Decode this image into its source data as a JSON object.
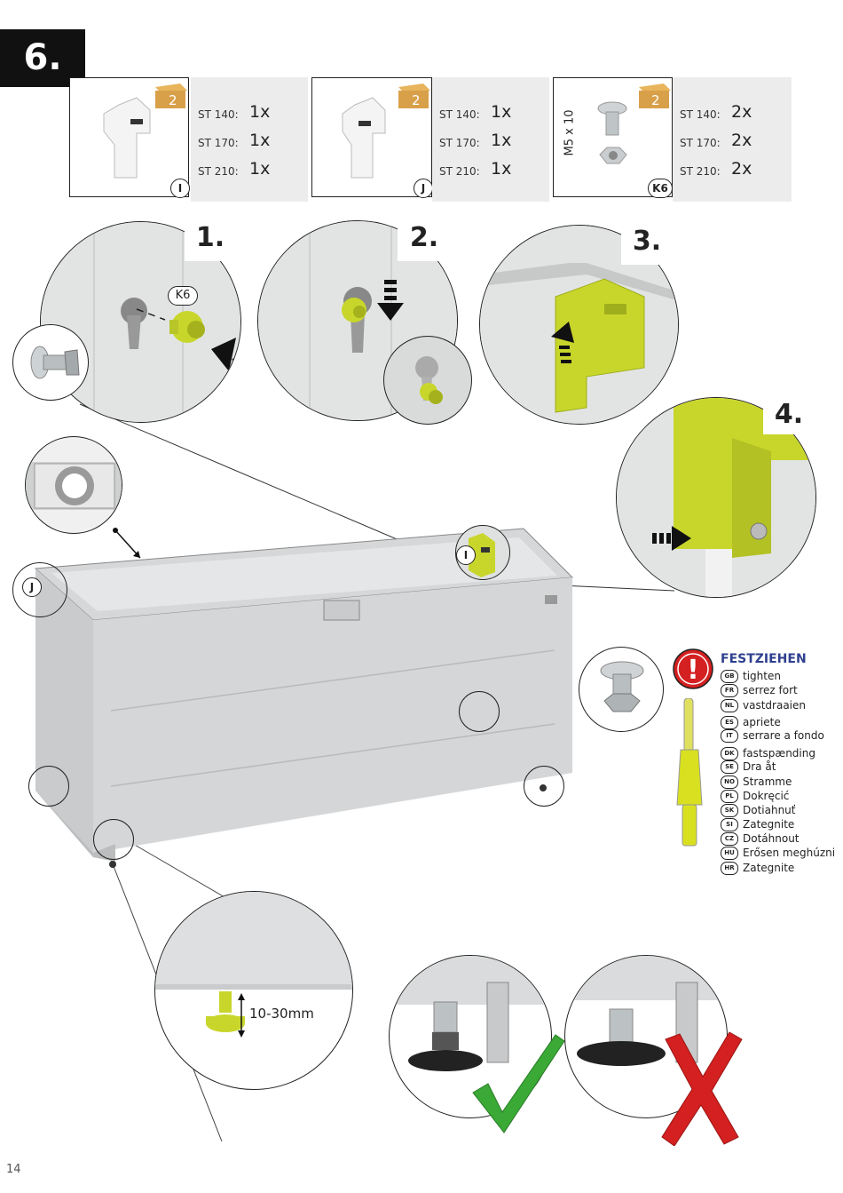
{
  "step": {
    "number": "6."
  },
  "parts": [
    {
      "id": "I",
      "box_qty": "2",
      "rows": [
        {
          "model": "ST 140:",
          "qty": "1x"
        },
        {
          "model": "ST 170:",
          "qty": "1x"
        },
        {
          "model": "ST 210:",
          "qty": "1x"
        }
      ]
    },
    {
      "id": "J",
      "box_qty": "2",
      "rows": [
        {
          "model": "ST 140:",
          "qty": "1x"
        },
        {
          "model": "ST 170:",
          "qty": "1x"
        },
        {
          "model": "ST 210:",
          "qty": "1x"
        }
      ]
    },
    {
      "id": "K6",
      "box_qty": "2",
      "size": "M5 x 10",
      "rows": [
        {
          "model": "ST 140:",
          "qty": "2x"
        },
        {
          "model": "ST 170:",
          "qty": "2x"
        },
        {
          "model": "ST 210:",
          "qty": "2x"
        }
      ]
    }
  ],
  "substeps": [
    "1.",
    "2.",
    "3.",
    "4."
  ],
  "callouts": {
    "k6": "K6",
    "i": "I",
    "j": "J"
  },
  "adjust": {
    "range": "10-30mm"
  },
  "tighten": {
    "title": "FESTZIEHEN",
    "warning": "!",
    "languages": [
      {
        "code": "GB",
        "text": "tighten"
      },
      {
        "code": "FR",
        "text": "serrez fort"
      },
      {
        "code": "NL",
        "text": "vastdraaien"
      },
      {
        "code": "ES",
        "text": "apriete"
      },
      {
        "code": "IT",
        "text": "serrare a fondo"
      },
      {
        "code": "DK",
        "text": "fastspænding"
      },
      {
        "code": "SE",
        "text": "Dra åt"
      },
      {
        "code": "NO",
        "text": "Stramme"
      },
      {
        "code": "PL",
        "text": "Dokręcić"
      },
      {
        "code": "SK",
        "text": "Dotiahnuť"
      },
      {
        "code": "SI",
        "text": "Zategnite"
      },
      {
        "code": "CZ",
        "text": "Dotáhnout"
      },
      {
        "code": "HU",
        "text": "Erősen meghúzni"
      },
      {
        "code": "HR",
        "text": "Zategnite"
      }
    ]
  },
  "colors": {
    "accent": "#c8d62b",
    "check": "#3aa935",
    "cross": "#d42020",
    "title_blue": "#2e3f8f",
    "warning": "#d42020"
  },
  "page_number": "14"
}
